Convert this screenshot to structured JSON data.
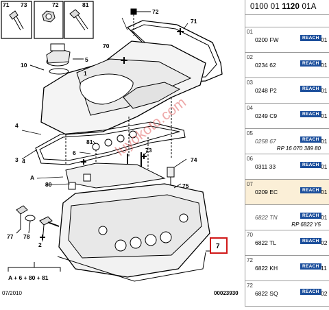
{
  "header": {
    "part_prefix": "0100 01 ",
    "part_bold": "1120",
    "part_suffix": " 01A"
  },
  "rows": [
    {
      "idx": "01",
      "ref": "0200 FW",
      "qty": "01",
      "reach": "REACH"
    },
    {
      "idx": "02",
      "ref": "0234 62",
      "qty": "01",
      "reach": "REACH"
    },
    {
      "idx": "03",
      "ref": "0248 P2",
      "qty": "01",
      "reach": "REACH"
    },
    {
      "idx": "04",
      "ref": "0249 C9",
      "qty": "01",
      "reach": "REACH"
    },
    {
      "idx": "05",
      "ref": "0258 67",
      "qty": "01",
      "reach": "REACH",
      "sub": "RP 16 070 389 80"
    },
    {
      "idx": "06",
      "ref": "0311 33",
      "qty": "01",
      "reach": "REACH"
    },
    {
      "idx": "07",
      "ref": "0209 EC",
      "qty": "01",
      "reach": "REACH",
      "selected": true
    },
    {
      "idx": "",
      "ref": "6822 TN",
      "qty": "01",
      "reach": "REACH",
      "sub": "RP 6822 Y5"
    },
    {
      "idx": "70",
      "ref": "6822 TL",
      "qty": "02",
      "reach": "REACH"
    },
    {
      "idx": "72",
      "ref": "6822 KH",
      "qty": "11",
      "reach": "REACH"
    },
    {
      "idx": "72",
      "ref": "6822 SQ",
      "qty": "02",
      "reach": "REACH"
    }
  ],
  "diagram": {
    "callouts": [
      "71",
      "73",
      "72",
      "81",
      "72",
      "71",
      "70",
      "5",
      "10",
      "1",
      "4",
      "3",
      "81",
      "6",
      "73",
      "4",
      "A",
      "80",
      "74",
      "75",
      "77",
      "78",
      "2",
      "7"
    ],
    "equation": "A + 6 + 80 + 81",
    "date": "07/2010",
    "code": "00023930",
    "watermark": "luyokoto.com"
  }
}
